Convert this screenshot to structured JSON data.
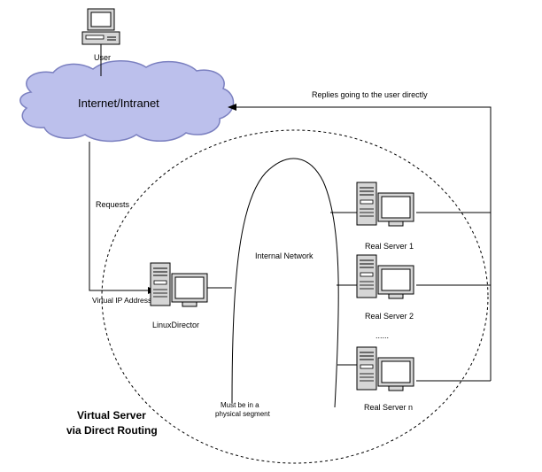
{
  "labels": {
    "user": "User",
    "cloud": "Internet/Intranet",
    "replies": "Replies going to the user directly",
    "requests": "Requests",
    "internal_network": "Internal Network",
    "virtual_ip": "Virtual IP Address",
    "director": "LinuxDirector",
    "real_server_1": "Real Server 1",
    "real_server_2": "Real Server 2",
    "ellipsis": "......",
    "real_server_n": "Real Server n",
    "segment_line1": "Must be in a",
    "segment_line2": "physical segment",
    "title_line1": "Virtual Server",
    "title_line2": "via Direct Routing"
  },
  "colors": {
    "cloud_fill": "#bcc0ec",
    "cloud_stroke": "#7b80c0",
    "line": "#000000",
    "screen": "#ffffff",
    "computer_body": "#d6d6d6"
  },
  "icons": {
    "user": "desktop-computer-icon",
    "director": "server-tower-computer-icon",
    "real_servers": "server-tower-computer-icon"
  }
}
